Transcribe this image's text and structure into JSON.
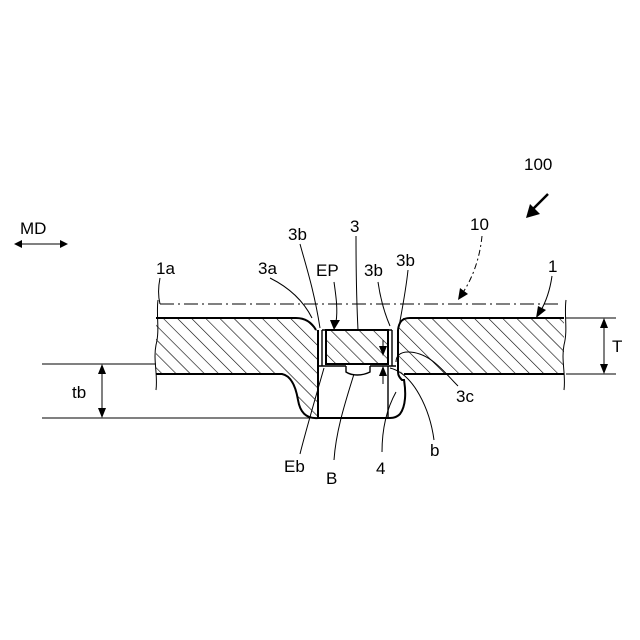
{
  "figure": {
    "ref_assembly": "100",
    "ref_center_plane": "10",
    "ref_sheet": "1",
    "ref_surface": "1a",
    "direction_label": "MD",
    "thickness_label": "T",
    "bump_thickness_label": "tb",
    "ref_3": "3",
    "ref_3a": "3a",
    "ref_3b_left": "3b",
    "ref_3b_mid": "3b",
    "ref_3b_right": "3b",
    "ref_3c": "3c",
    "ref_EP": "EP",
    "ref_Eb": "Eb",
    "ref_B": "B",
    "ref_4": "4",
    "ref_b": "b"
  }
}
